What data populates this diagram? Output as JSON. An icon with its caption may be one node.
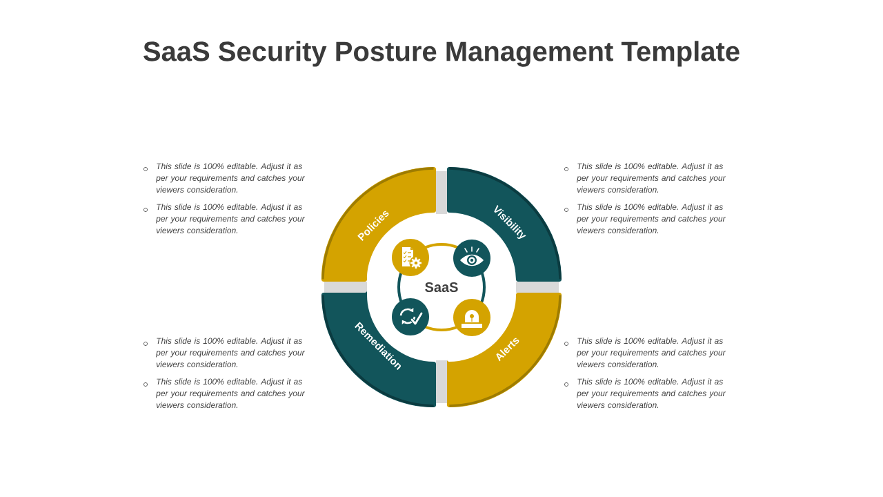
{
  "diagram": {
    "title": "SaaS Security Posture Management Template",
    "nodes": [
      {
        "text": [
          "Policies"
        ],
        "beside": [
          "This slide is 100% editable. Adjust it as per your requirements and catches your viewers consideration.",
          "This slide is 100% editable. Adjust it as per your requirements and catches your viewers consideration."
        ]
      },
      {
        "text": [
          "Visibility"
        ],
        "beside": [
          "This slide is 100% editable. Adjust it as per your requirements and catches your viewers consideration.",
          "This slide is 100% editable. Adjust it as per your requirements and catches your viewers consideration."
        ]
      },
      {
        "text": [
          "Remediation"
        ],
        "beside": [
          "This slide is 100% editable. Adjust it as per your requirements and catches your viewers consideration.",
          "This slide is 100% editable. Adjust it as per your requirements and catches your viewers consideration."
        ]
      },
      {
        "text": [
          "Alerts"
        ],
        "beside": [
          "This slide is 100% editable. Adjust it as per your requirements and catches your viewers consideration.",
          "This slide is 100% editable. Adjust it as per your requirements and catches your viewers consideration."
        ]
      },
      {
        "text": [
          "SaaS"
        ]
      }
    ]
  }
}
